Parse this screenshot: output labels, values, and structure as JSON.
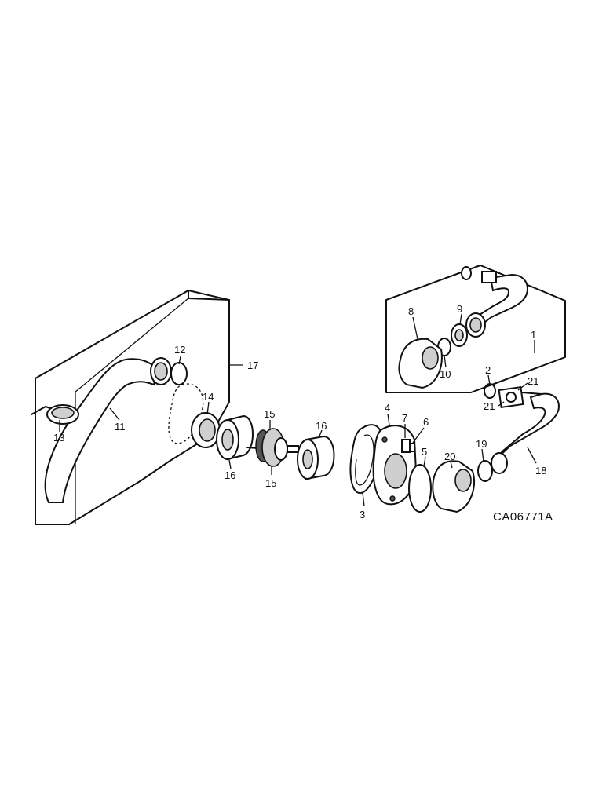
{
  "diagram": {
    "drawing_code": "CA06771A",
    "callouts": {
      "c1": "1",
      "c2": "2",
      "c3": "3",
      "c4": "4",
      "c5": "5",
      "c6": "6",
      "c7": "7",
      "c8": "8",
      "c9": "9",
      "c10": "10",
      "c11": "11",
      "c12": "12",
      "c13": "13",
      "c14": "14",
      "c15a": "15",
      "c15b": "15",
      "c16a": "16",
      "c16b": "16",
      "c17": "17",
      "c18": "18",
      "c19": "19",
      "c20": "20",
      "c21a": "21",
      "c21b": "21"
    }
  }
}
